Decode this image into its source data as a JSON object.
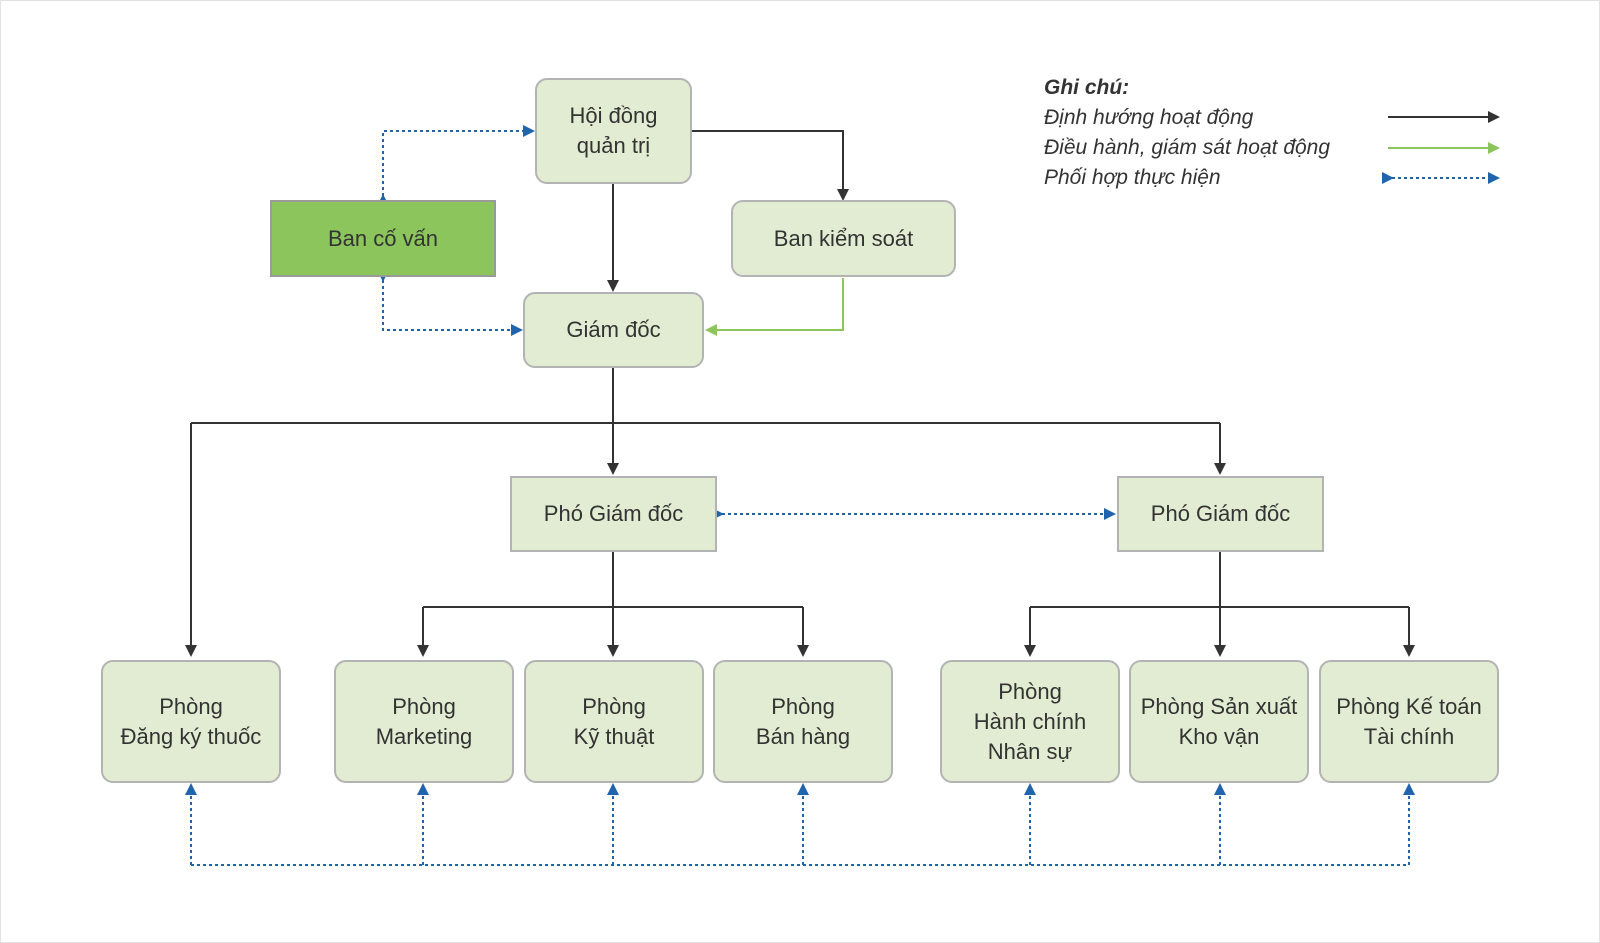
{
  "colors": {
    "directing": "#333333",
    "supervising": "#8cc55c",
    "coordinating": "#1f64ad",
    "box_fill": "#e2ecd2",
    "advisor_fill": "#8cc55c",
    "box_border": "#b3b3b3"
  },
  "nodes": {
    "board": {
      "lines": [
        "Hội đồng",
        "quản trị"
      ]
    },
    "advisory": {
      "lines": [
        "Ban cố vấn"
      ]
    },
    "control": {
      "lines": [
        "Ban kiểm soát"
      ]
    },
    "director": {
      "lines": [
        "Giám đốc"
      ]
    },
    "deputy_left": {
      "lines": [
        "Phó Giám đốc"
      ]
    },
    "deputy_right": {
      "lines": [
        "Phó Giám đốc"
      ]
    },
    "dept_registration": {
      "lines": [
        "Phòng",
        "Đăng ký thuốc"
      ]
    },
    "dept_marketing": {
      "lines": [
        "Phòng",
        "Marketing"
      ]
    },
    "dept_technical": {
      "lines": [
        "Phòng",
        "Kỹ thuật"
      ]
    },
    "dept_sales": {
      "lines": [
        "Phòng",
        "Bán hàng"
      ]
    },
    "dept_hr": {
      "lines": [
        "Phòng",
        "Hành chính",
        "Nhân sự"
      ]
    },
    "dept_production": {
      "lines": [
        "Phòng Sản xuất",
        "Kho vận"
      ]
    },
    "dept_finance": {
      "lines": [
        "Phòng Kế toán",
        "Tài chính"
      ]
    }
  },
  "legend": {
    "title": "Ghi chú:",
    "items": [
      {
        "label": "Định hướng hoạt động",
        "style": "directing"
      },
      {
        "label": "Điều hành, giám sát hoạt động",
        "style": "supervising"
      },
      {
        "label": "Phối hợp thực hiện",
        "style": "coordinating"
      }
    ]
  }
}
